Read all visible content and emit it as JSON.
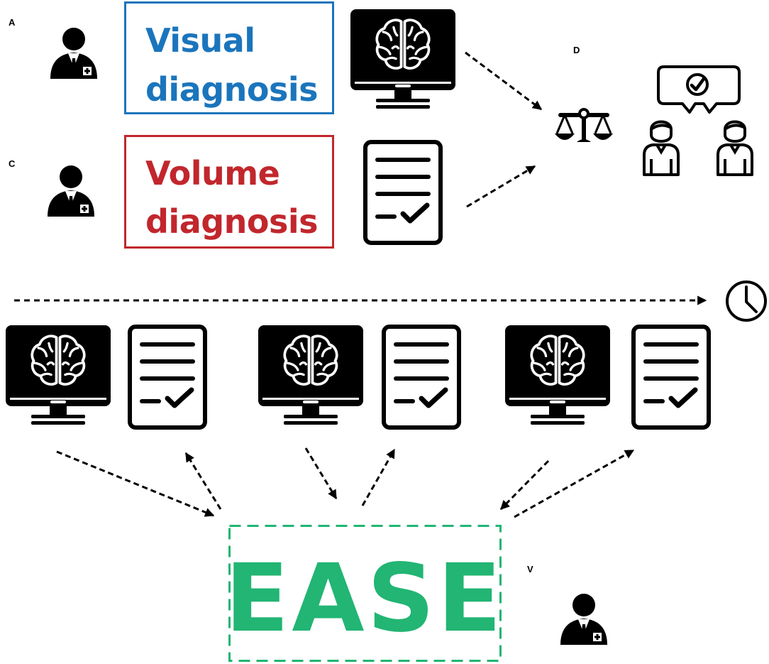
{
  "panels": {
    "a": "A",
    "c": "C",
    "d": "D",
    "v": "V"
  },
  "visual_box": {
    "line1": "Visual",
    "line2": "diagnosis",
    "color": "#1b75bc"
  },
  "volume_box": {
    "line1": "Volume",
    "line2": "diagnosis",
    "color": "#c1272d"
  },
  "ease_box": {
    "label": "EASE",
    "color": "#22b573"
  },
  "icons": [
    "doctor-icon",
    "brain-monitor-icon",
    "checklist-document-icon",
    "balance-scale-icon",
    "consensus-icon",
    "clock-icon",
    "arrow-icon"
  ]
}
